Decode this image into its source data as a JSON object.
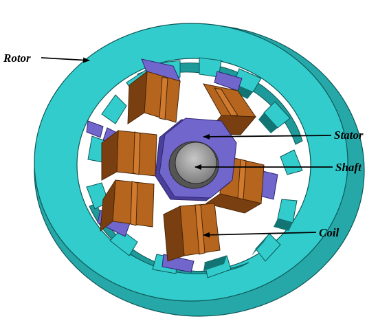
{
  "labels": {
    "rotor": "Rotor",
    "stator": "Stator",
    "shaft": "Shaft",
    "coil": "Coil"
  },
  "colors": {
    "rotor_face": "#33cccc",
    "rotor_dark": "#1f9a9a",
    "rotor_shadow": "#137474",
    "stator": "#7066cc",
    "stator_dark": "#4a3f9a",
    "coil": "#b5651d",
    "coil_dark": "#7a3f10",
    "coil_light": "#cf7a2e",
    "shaft": "#9a9a9a",
    "shaft_dark": "#555555"
  }
}
